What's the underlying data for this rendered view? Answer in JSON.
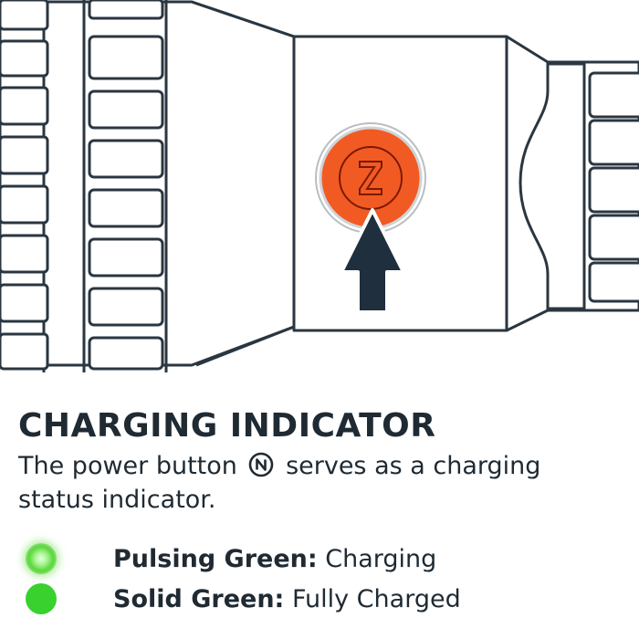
{
  "illustration": {
    "button_color": "#f25a23",
    "arrow_color": "#1f2f3e",
    "line_color": "#2a3640",
    "button_icon": "n-logo-icon"
  },
  "heading": "CHARGING INDICATOR",
  "description": {
    "before": "The power button",
    "icon": "n-logo-icon",
    "after": "serves as a charging status indicator."
  },
  "legend": [
    {
      "color": "#6fe04f",
      "style": "pulsing",
      "state": "Pulsing Green:",
      "meaning": "Charging"
    },
    {
      "color": "#38d12e",
      "style": "solid",
      "state": "Solid Green:",
      "meaning": "Fully Charged"
    }
  ]
}
